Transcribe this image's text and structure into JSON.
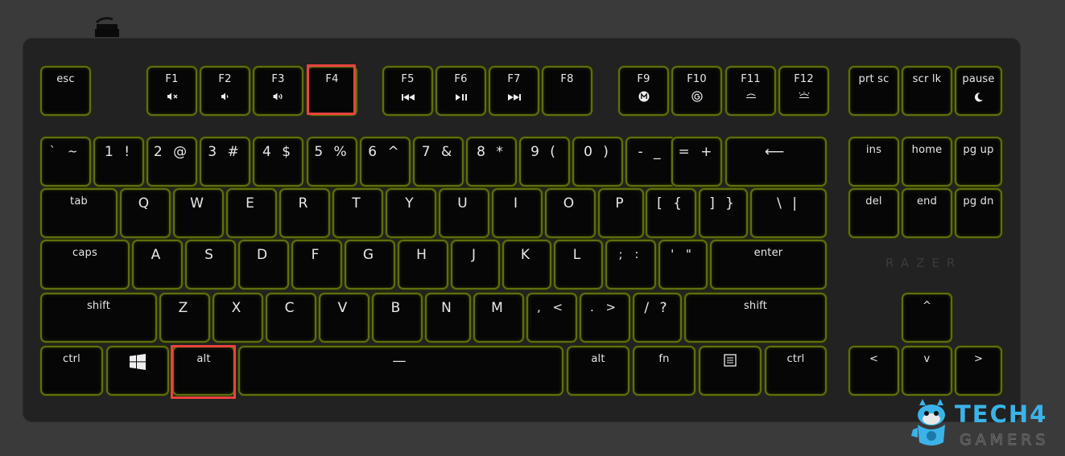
{
  "colors": {
    "backlight": "#5e6f0e",
    "highlight": "#e8433f",
    "logo_blue": "#3bb3e8"
  },
  "keys": {
    "esc": "esc",
    "f1": "F1",
    "f2": "F2",
    "f3": "F3",
    "f4": "F4",
    "f5": "F5",
    "f6": "F6",
    "f7": "F7",
    "f8": "F8",
    "f9": "F9",
    "f10": "F10",
    "f11": "F11",
    "f12": "F12",
    "prtsc": "prt sc",
    "scrlk": "scr lk",
    "pause": "pause",
    "backtick": "` ~",
    "n1": "1 !",
    "n2": "2 @",
    "n3": "3 #",
    "n4": "4 $",
    "n5": "5 %",
    "n6": "6 ^",
    "n7": "7 &",
    "n8": "8 *",
    "n9": "9 (",
    "n0": "0 )",
    "minus": "- _",
    "equals": "= +",
    "backspace": "⟵",
    "ins": "ins",
    "home": "home",
    "pgup": "pg up",
    "tab": "tab",
    "q": "Q",
    "w": "W",
    "e": "E",
    "r": "R",
    "t": "T",
    "y": "Y",
    "u": "U",
    "i": "I",
    "o": "O",
    "p": "P",
    "lbracket": "[ {",
    "rbracket": "] }",
    "backslash": "\\ |",
    "del": "del",
    "end": "end",
    "pgdn": "pg dn",
    "caps": "caps",
    "a": "A",
    "s": "S",
    "d": "D",
    "f": "F",
    "g": "G",
    "h": "H",
    "j": "J",
    "k": "K",
    "l": "L",
    "semicolon": "; :",
    "quote": "' \"",
    "enter": "enter",
    "lshift": "shift",
    "z": "Z",
    "x": "X",
    "c": "C",
    "v": "V",
    "b": "B",
    "n": "N",
    "m": "M",
    "comma": ", <",
    "period": ". >",
    "slash": "/ ?",
    "rshift": "shift",
    "up": "^",
    "lctrl": "ctrl",
    "lalt": "alt",
    "space": "—",
    "ralt": "alt",
    "fn": "fn",
    "rctrl": "ctrl",
    "left": "<",
    "down": "v",
    "right": ">"
  },
  "icons": {
    "f1": "mute-icon",
    "f2": "volume-down-icon",
    "f3": "volume-up-icon",
    "f5": "previous-track-icon",
    "f6": "play-pause-icon",
    "f7": "next-track-icon",
    "f9": "macro-icon",
    "f10": "gaming-mode-icon",
    "f11": "brightness-down-icon",
    "f12": "brightness-up-icon",
    "pause": "sleep-moon-icon",
    "win": "windows-logo-icon",
    "menu": "context-menu-icon"
  },
  "brand": {
    "watermark": "RAZER",
    "logo_line1": "TECH4",
    "logo_line2": "GAMERS"
  }
}
